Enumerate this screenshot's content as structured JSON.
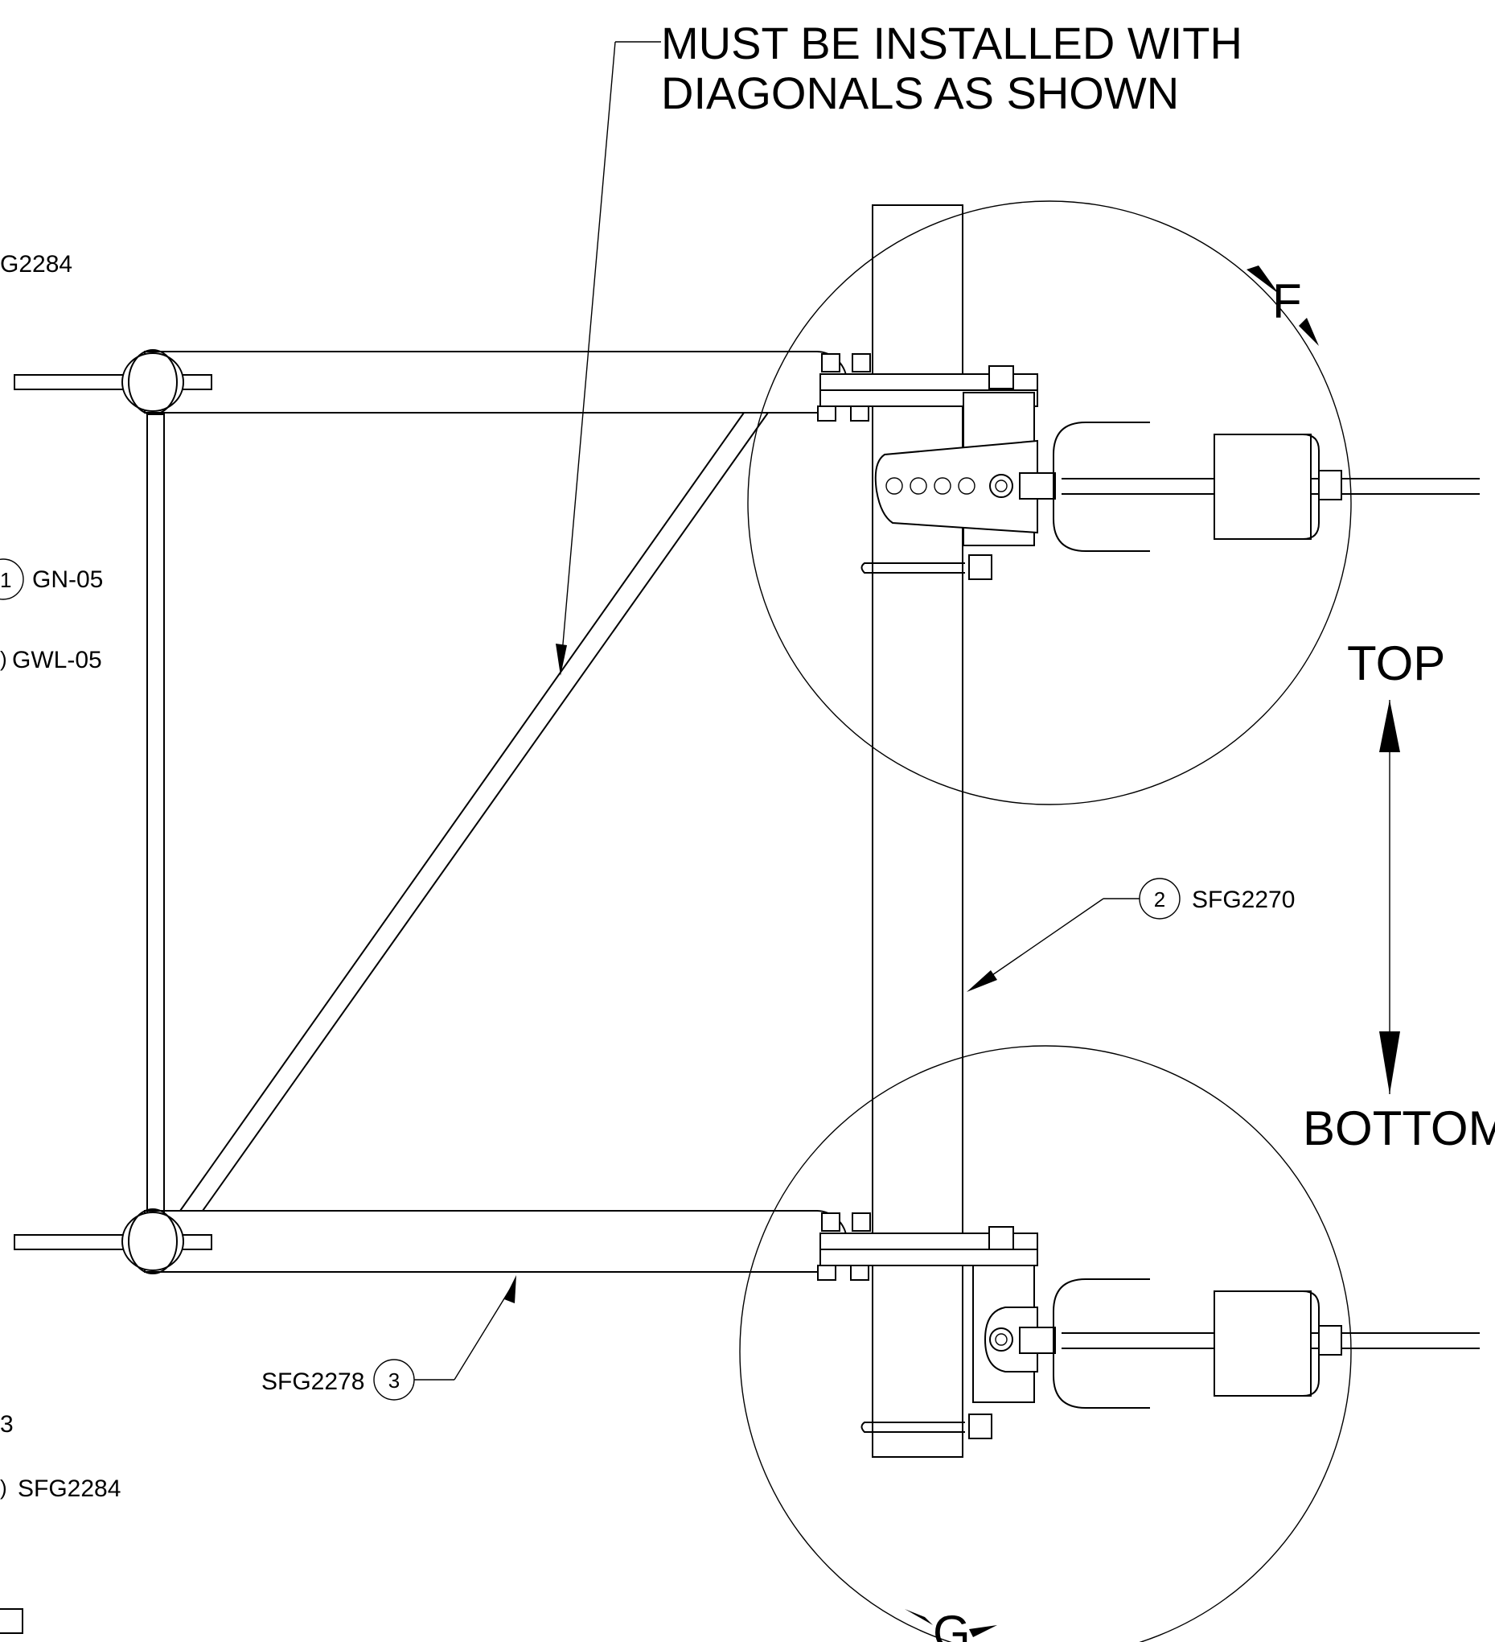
{
  "note": {
    "line1": "MUST BE INSTALLED WITH",
    "line2": "DIAGONALS AS SHOWN"
  },
  "detail_markers": {
    "upper": "F",
    "lower": "G"
  },
  "orientation": {
    "top": "TOP",
    "bottom": "BOTTOM"
  },
  "callouts": {
    "c2_num": "2",
    "c2_part": "SFG2270",
    "c3_num": "3",
    "c3_part": "SFG2278",
    "edge_top_part": "G2284",
    "edge_c1_num": "1",
    "edge_c1_part": "GN-05",
    "edge_gwl_num": ")",
    "edge_gwl_part": "GWL-05",
    "edge_b": "3",
    "edge_sfg_num": ")",
    "edge_sfg_part": "SFG2284"
  }
}
